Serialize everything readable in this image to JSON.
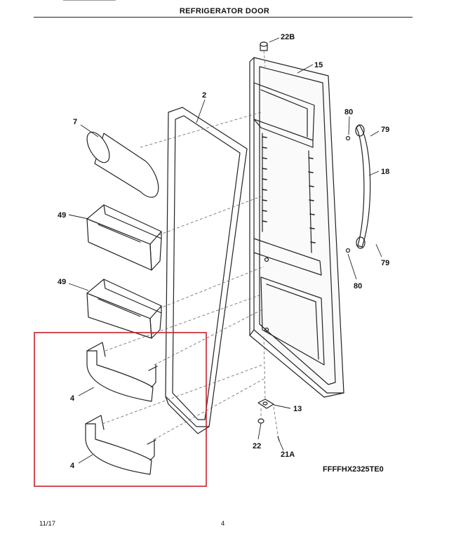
{
  "header": {
    "title": "REFRIGERATOR DOOR"
  },
  "callouts": {
    "c22b": "22B",
    "c15": "15",
    "c2": "2",
    "c7": "7",
    "c80a": "80",
    "c79a": "79",
    "c18": "18",
    "c49a": "49",
    "c79b": "79",
    "c49b": "49",
    "c80b": "80",
    "c13": "13",
    "c4a": "4",
    "c22": "22",
    "c21a": "21A",
    "c4b": "4"
  },
  "model_code": "FFFFHX2325TE0",
  "footer": {
    "date": "11/17",
    "page": "4"
  },
  "colors": {
    "highlight_box": "#c8202a",
    "line": "#222222"
  }
}
